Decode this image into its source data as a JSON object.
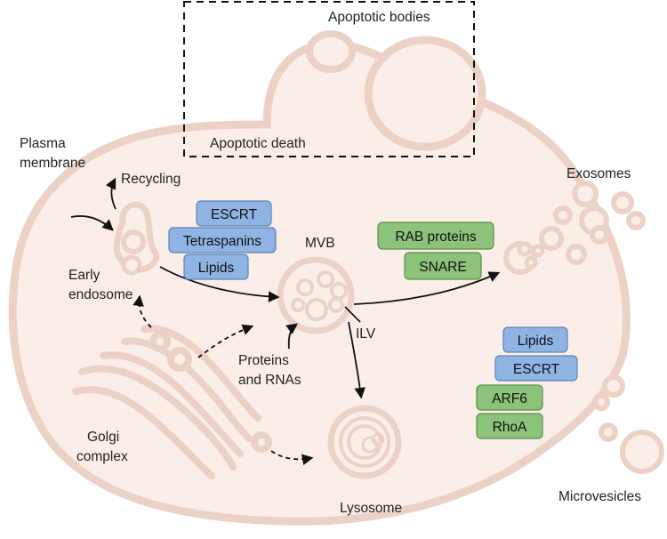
{
  "labels": {
    "apoptotic_bodies": "Apoptotic bodies",
    "apoptotic_death": "Apoptotic death",
    "plasma_membrane_1": "Plasma",
    "plasma_membrane_2": "membrane",
    "recycling": "Recycling",
    "early_endosome_1": "Early",
    "early_endosome_2": "endosome",
    "mvb": "MVB",
    "ilv": "ILV",
    "proteins_rnas_1": "Proteins",
    "proteins_rnas_2": "and RNAs",
    "golgi_1": "Golgi",
    "golgi_2": "complex",
    "lysosome": "Lysosome",
    "exosomes": "Exosomes",
    "microvesicles": "Microvesicles"
  },
  "boxes": {
    "escrt_1": "ESCRT",
    "tetraspanins": "Tetraspanins",
    "lipids_1": "Lipids",
    "rab_proteins": "RAB proteins",
    "snare": "SNARE",
    "lipids_2": "Lipids",
    "escrt_2": "ESCRT",
    "arf6": "ARF6",
    "rhoa": "RhoA"
  },
  "colors": {
    "cell_fill": "#fbeee8",
    "cell_stroke": "#ecd2c6",
    "blue_box": "#8fb4e3",
    "blue_box_border": "#5b84b8",
    "green_box": "#8cc27a",
    "green_box_border": "#5a914a",
    "arrow": "#111111"
  }
}
